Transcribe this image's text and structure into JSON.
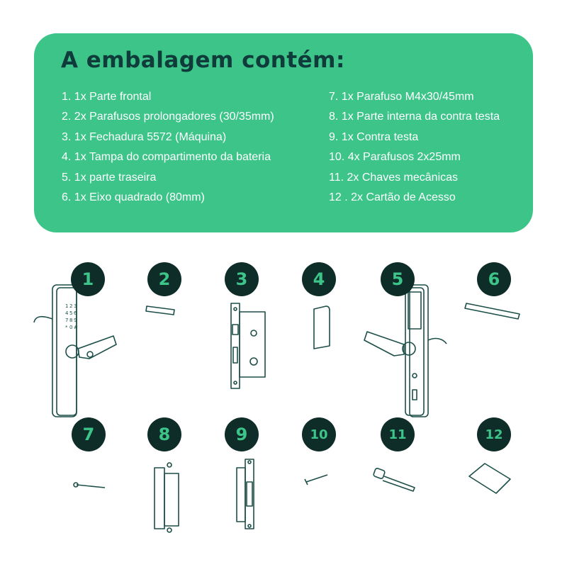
{
  "title": "A embalagem contém:",
  "items_left": [
    "1. 1x Parte frontal",
    "2. 2x Parafusos prolongadores (30/35mm)",
    "3. 1x Fechadura 5572 (Máquina)",
    "4. 1x Tampa do compartimento da bateria",
    "5. 1x parte traseira",
    "6. 1x Eixo quadrado (80mm)"
  ],
  "items_right": [
    "7. 1x Parafuso M4x30/45mm",
    "8. 1x Parte interna da contra testa",
    "9. 1x Contra testa",
    "10. 4x Parafusos 2x25mm",
    "11. 2x Chaves mecânicas",
    "12 . 2x Cartão de Acesso"
  ],
  "badges": [
    "1",
    "2",
    "3",
    "4",
    "5",
    "6",
    "7",
    "8",
    "9",
    "10",
    "11",
    "12"
  ],
  "keypad": [
    "1",
    "2",
    "3",
    "4",
    "5",
    "6",
    "7",
    "8",
    "9",
    "*",
    "0",
    "#"
  ],
  "colors": {
    "panel": "#3cc489",
    "title": "#0f3b3b",
    "badge": "#0e2d29",
    "line": "#1d4f49"
  }
}
